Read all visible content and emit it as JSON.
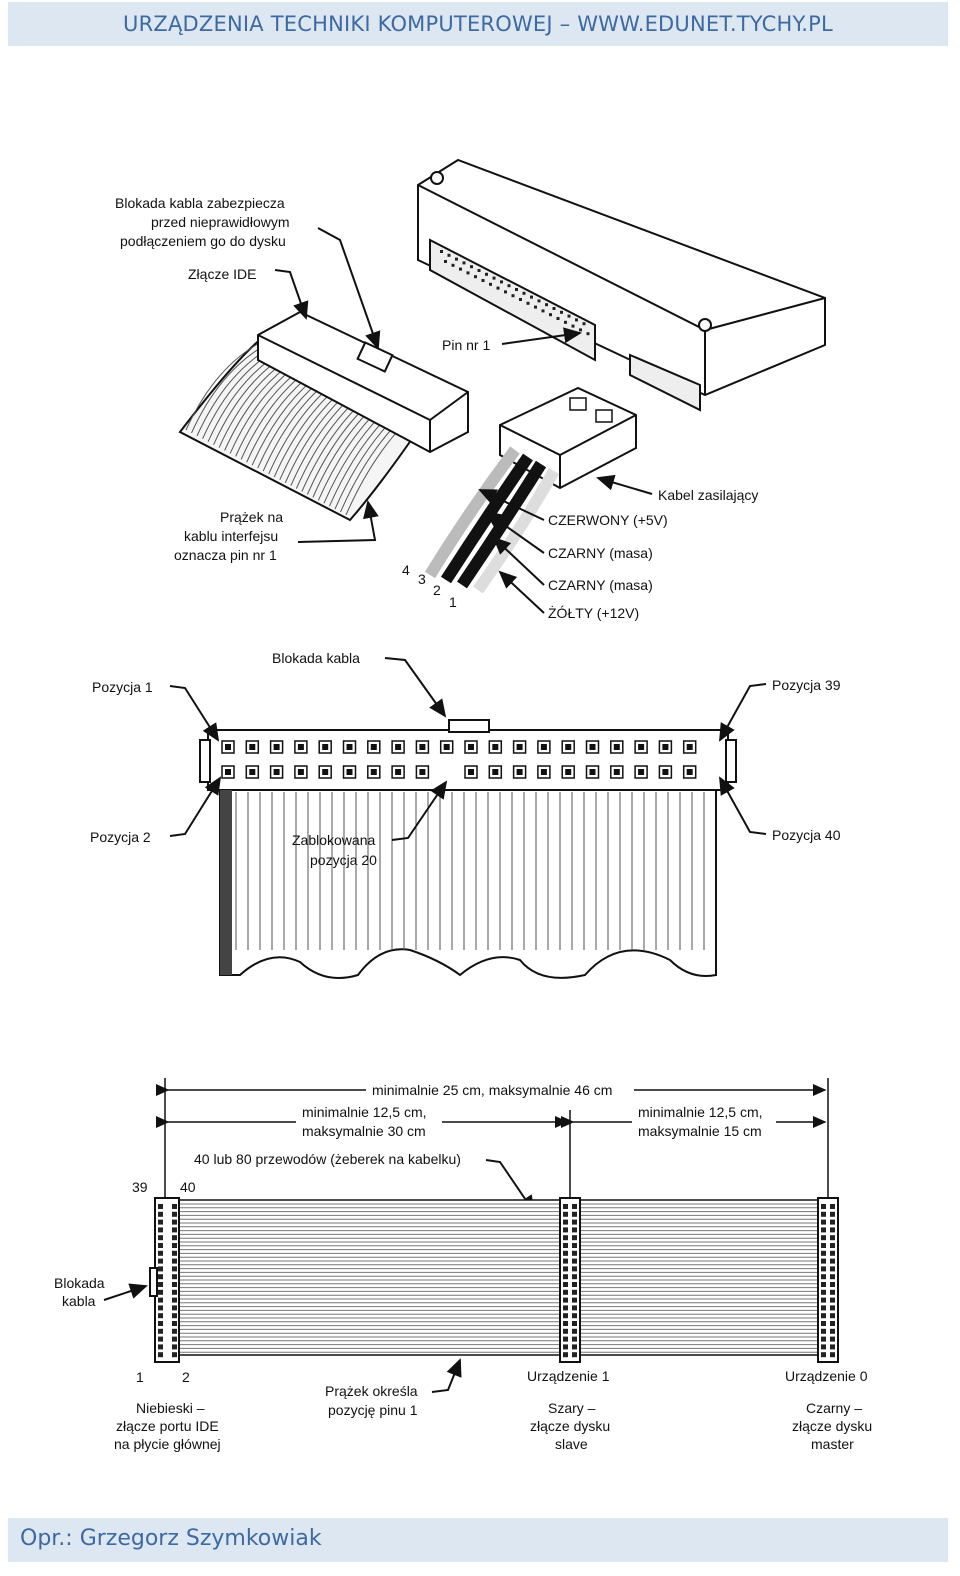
{
  "header": {
    "title": "URZĄDZENIA TECHNIKI KOMPUTEROWEJ – WWW.EDUNET.TYCHY.PL"
  },
  "footer": {
    "author": "Opr.: Grzegorz Szymkowiak"
  },
  "figure1": {
    "lock_note": [
      "Blokada kabla zabezpiecza",
      "przed nieprawidłowym",
      "podłączeniem go do dysku"
    ],
    "ide_connector": "Złącze IDE",
    "pin1": "Pin nr 1",
    "stripe_note": [
      "Prążek na",
      "kablu interfejsu",
      "oznacza pin nr 1"
    ],
    "power_cable": "Kabel zasilający",
    "wires": [
      "CZERWONY (+5V)",
      "CZARNY (masa)",
      "CZARNY (masa)",
      "ŻÓŁTY (+12V)"
    ],
    "wire_numbers": [
      "4",
      "3",
      "2",
      "1"
    ]
  },
  "figure2": {
    "cable_lock": "Blokada kabla",
    "pos1": "Pozycja 1",
    "pos39": "Pozycja 39",
    "pos2": "Pozycja 2",
    "pos40": "Pozycja 40",
    "blocked": [
      "Zablokowana",
      "pozycja 20"
    ]
  },
  "figure3": {
    "total_length": "minimalnie 25 cm, maksymalnie 46 cm",
    "segment1": [
      "minimalnie 12,5 cm,",
      "maksymalnie 30 cm"
    ],
    "segment2": [
      "minimalnie 12,5 cm,",
      "maksymalnie 15 cm"
    ],
    "conductors": "40 lub 80 przewodów (żeberek na kabelku)",
    "pin39": "39",
    "pin40": "40",
    "pin1": "1",
    "pin2": "2",
    "cable_lock": [
      "Blokada",
      "kabla"
    ],
    "stripe": [
      "Prążek określa",
      "pozycję pinu 1"
    ],
    "blue": [
      "Niebieski –",
      "złącze portu IDE",
      "na płycie głównej"
    ],
    "device1": "Urządzenie 1",
    "grey": [
      "Szary –",
      "złącze dysku",
      "slave"
    ],
    "device0": "Urządzenie 0",
    "black": [
      "Czarny –",
      "złącze dysku",
      "master"
    ]
  }
}
